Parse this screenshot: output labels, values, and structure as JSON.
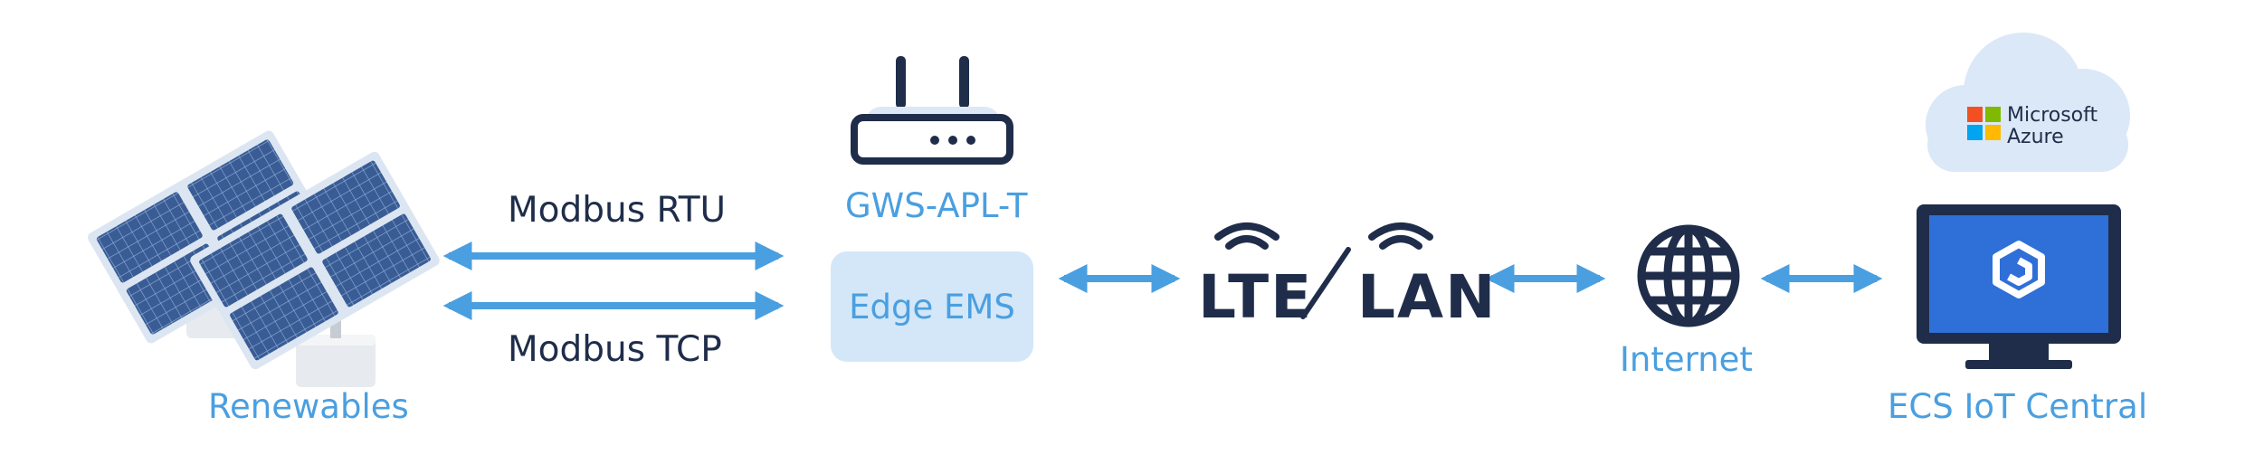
{
  "nodes": {
    "renewables": "Renewables",
    "gateway": "GWS-APL-T",
    "edge_ems": "Edge EMS",
    "internet": "Internet",
    "ecs": "ECS IoT Central"
  },
  "protocols": {
    "rtu": "Modbus RTU",
    "tcp": "Modbus TCP"
  },
  "connectivity": {
    "lte": "LTE",
    "lan": "LAN"
  },
  "azure": {
    "line1": "Microsoft",
    "line2": "Azure"
  },
  "colors": {
    "accent": "#4a9fe0",
    "navy": "#1f2d4a",
    "light_box": "#d3e7f8",
    "cloud": "#dbe8f7",
    "screen": "#2f6fd8"
  }
}
